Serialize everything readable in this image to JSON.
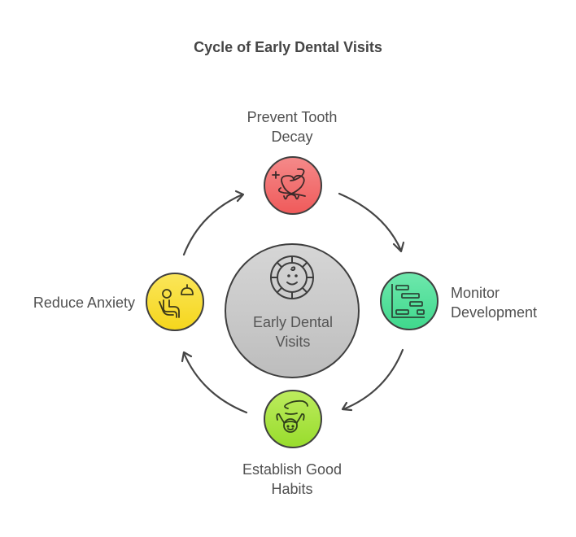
{
  "title": "Cycle of Early Dental Visits",
  "center": {
    "line1": "Early Dental",
    "line2": "Visits",
    "icon": "baby-face-icon",
    "color": "#cfcfcf"
  },
  "nodes": [
    {
      "id": "prevent",
      "line1": "Prevent Tooth",
      "line2": "Decay",
      "icon": "heart-tooth-icon",
      "color": "#f26a6a"
    },
    {
      "id": "monitor",
      "line1": "Monitor",
      "line2": "Development",
      "icon": "gantt-chart-icon",
      "color": "#4fe09a"
    },
    {
      "id": "habits",
      "line1": "Establish Good",
      "line2": "Habits",
      "icon": "hand-over-child-icon",
      "color": "#a8e33f"
    },
    {
      "id": "anxiety",
      "line1": "Reduce Anxiety",
      "line2": "",
      "icon": "dental-chair-icon",
      "color": "#f9de2e"
    }
  ]
}
